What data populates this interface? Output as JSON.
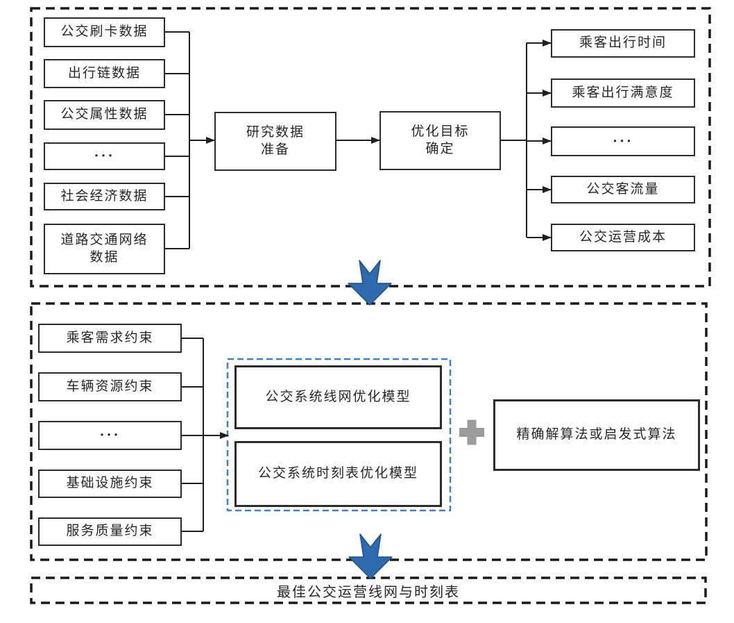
{
  "flowchart": {
    "stage1": {
      "data_sources": [
        "公交刷卡数据",
        "出行链数据",
        "公交属性数据",
        "···",
        "社会经济数据",
        "道路交通网络\n数据"
      ],
      "process_data_prep": "研究数据\n准备",
      "process_objective": "优化目标\n确定",
      "objectives": [
        "乘客出行时间",
        "乘客出行满意度",
        "···",
        "公交客流量",
        "公交运营成本"
      ]
    },
    "stage2": {
      "constraints": [
        "乘客需求约束",
        "车辆资源约束",
        "···",
        "基础设施约束",
        "服务质量约束"
      ],
      "models": [
        "公交系统线网优化模型",
        "公交系统时刻表优化模型"
      ],
      "algorithm": "精确解算法或启发式算法"
    },
    "stage3": {
      "result": "最佳公交运营线网与时刻表"
    },
    "icons": {
      "down_arrow": "down-arrow",
      "plus": "plus"
    },
    "colors": {
      "arrow_blue": "#2E6BAE",
      "model_frame_blue": "#3B82C4",
      "plus_gray": "#9C9C9C",
      "line_black": "#1F1F1F"
    }
  }
}
